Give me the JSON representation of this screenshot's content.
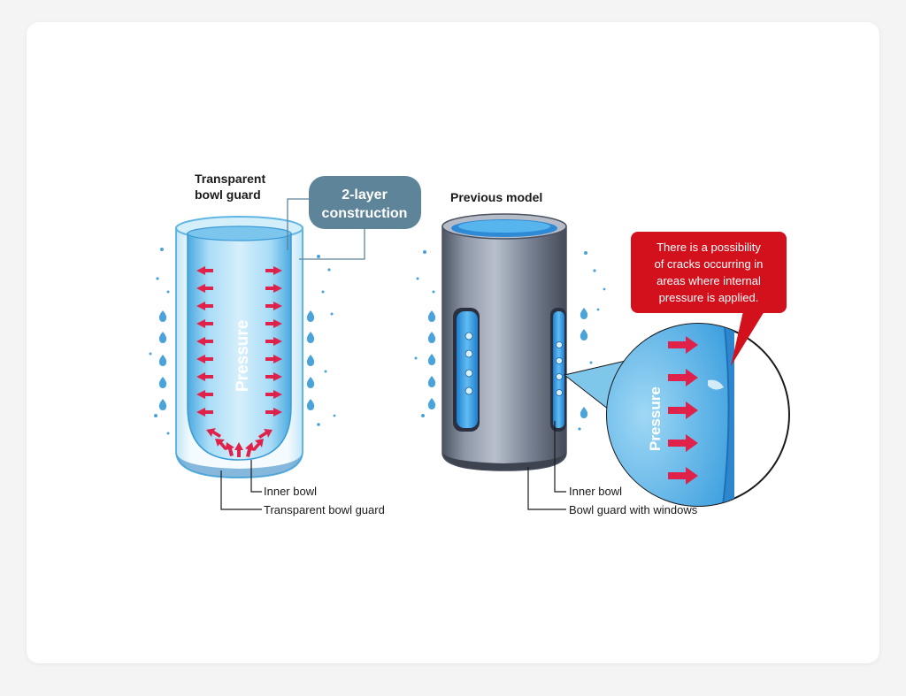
{
  "left": {
    "heading_line1": "Transparent",
    "heading_line2": "bowl guard",
    "badge_line1": "2-layer",
    "badge_line2": "construction",
    "pressure": "Pressure",
    "label_inner": "Inner bowl",
    "label_guard": "Transparent bowl guard"
  },
  "right": {
    "heading": "Previous model",
    "callout_lines": [
      "There is a possibility",
      "of cracks occurring in",
      "areas where internal",
      "pressure is applied."
    ],
    "pressure": "Pressure",
    "label_inner": "Inner bowl",
    "label_guard": "Bowl guard with windows"
  },
  "colors": {
    "badge": "#5e8499",
    "callout": "#d3111d",
    "arrow": "#e0224a",
    "water": "#3fa9e6",
    "metal": "#6d7585"
  }
}
